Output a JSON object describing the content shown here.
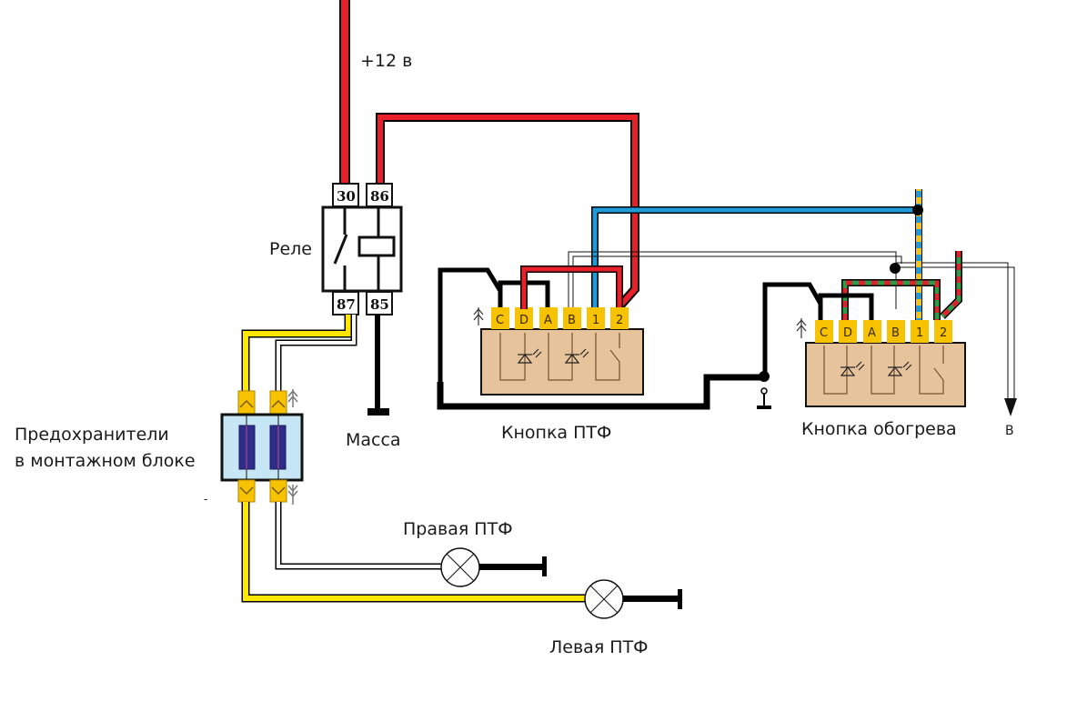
{
  "labels": {
    "supply": "+12 в",
    "relay": "Реле",
    "ground": "Масса",
    "fuses_line1": "Предохранители",
    "fuses_line2": "в монтажном блоке",
    "fuses_dash": "-",
    "button_fog": "Кнопка ПТФ",
    "button_heat": "Кнопка обогрева",
    "lamp_right": "Правая ПТФ",
    "lamp_left": "Левая ПТФ",
    "arrow_out": "В"
  },
  "relay": {
    "pins": [
      "30",
      "86",
      "87",
      "85"
    ]
  },
  "button_fog": {
    "pins": [
      "C",
      "D",
      "A",
      "B",
      "1",
      "2"
    ]
  },
  "button_heat": {
    "pins": [
      "C",
      "D",
      "A",
      "B",
      "1",
      "2"
    ]
  },
  "colors": {
    "red": "#e8202a",
    "blue": "#1e9ad8",
    "yellow": "#ffe600",
    "green": "#2e9a4a",
    "black": "#000000",
    "pin": "#f7c300",
    "body": "#e6c39a",
    "fuse_block": "#c6e6f5",
    "fuse": "#2e2e8a"
  }
}
